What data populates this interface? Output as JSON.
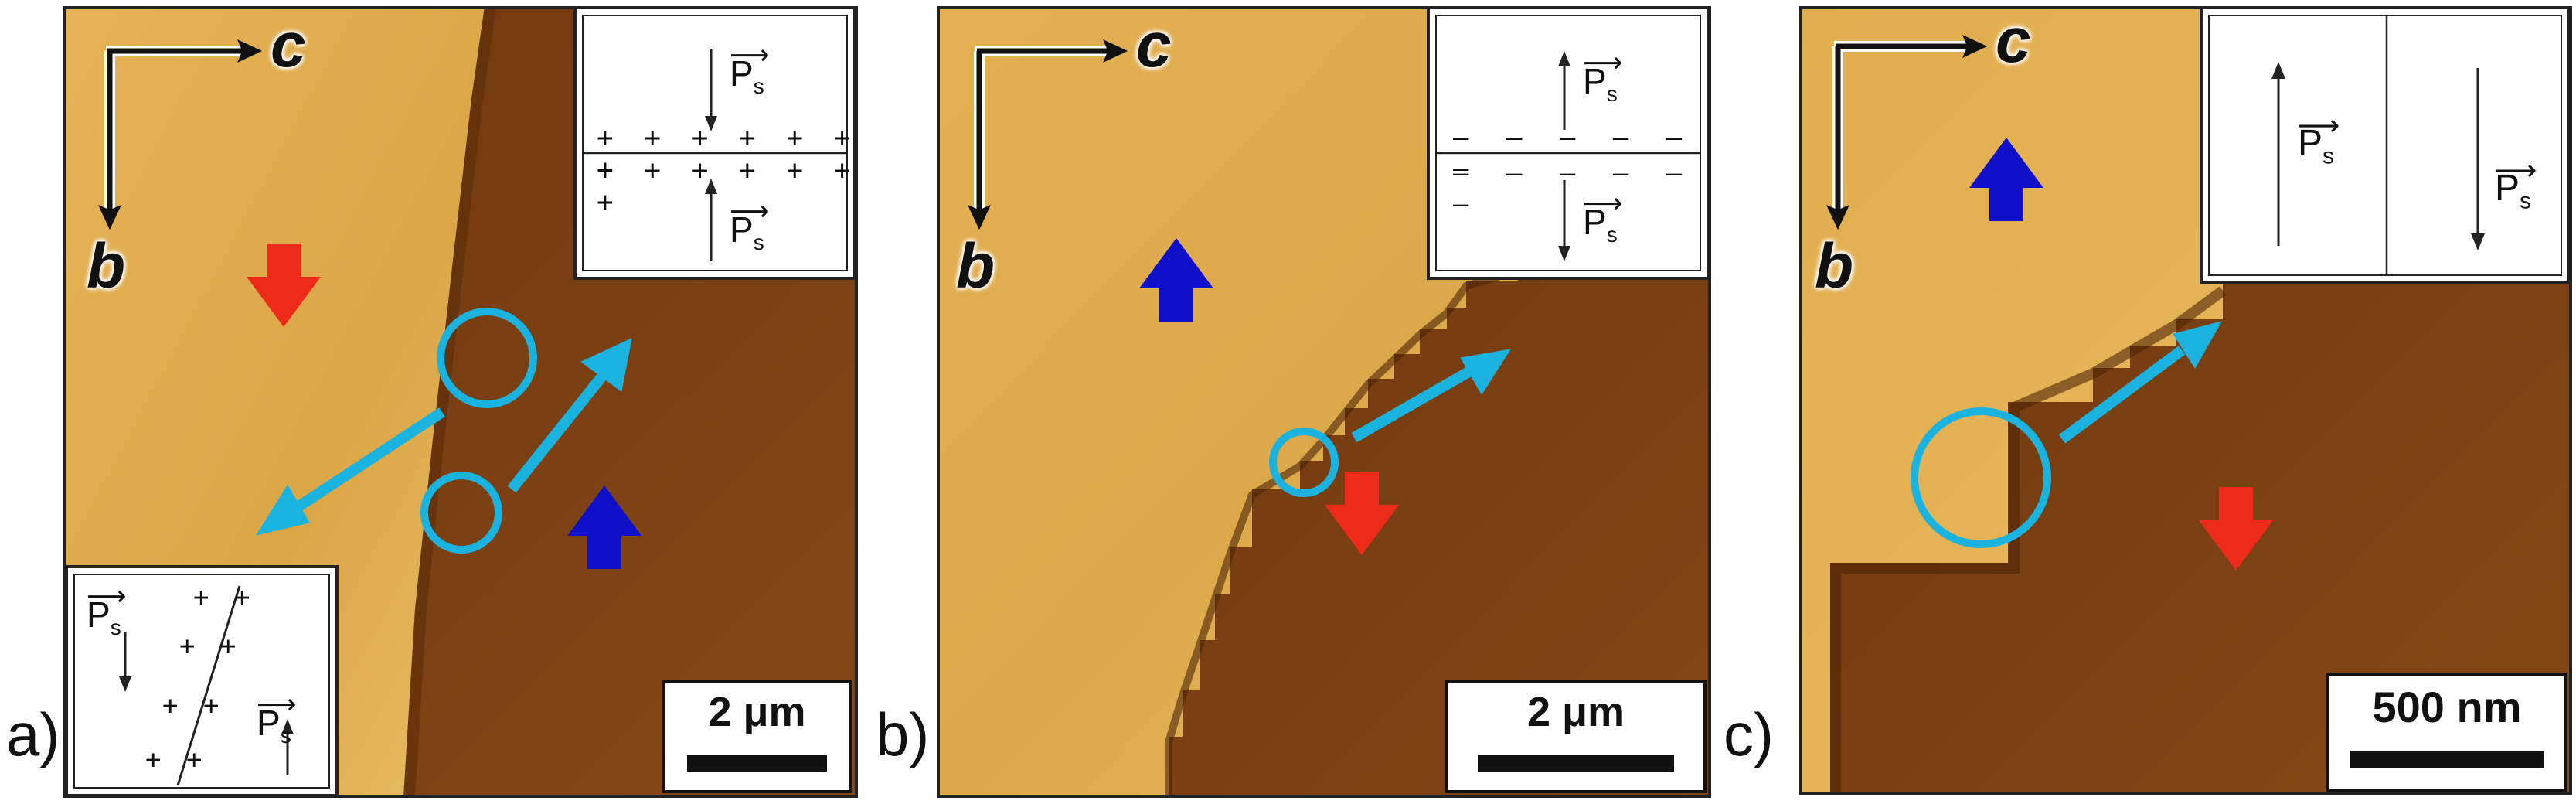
{
  "panels": [
    {
      "label": "a)",
      "scale_bar": "2 μm",
      "axis_c": "c",
      "axis_b": "b",
      "top_inset": {
        "charges": "+ + + + + + +",
        "ps_label": "P"
      },
      "bottom_inset": {
        "charges": "+ +",
        "ps_label": "P"
      }
    },
    {
      "label": "b)",
      "scale_bar": "2 μm",
      "axis_c": "c",
      "axis_b": "b",
      "top_inset": {
        "charges": "– – – – – –",
        "ps_label": "P"
      }
    },
    {
      "label": "c)",
      "scale_bar": "500 nm",
      "axis_c": "c",
      "axis_b": "b",
      "top_inset": {
        "ps_label": "P"
      }
    }
  ],
  "ps_subscript": "s",
  "colors": {
    "light_domain": "#d8a441",
    "dark_domain": "#7a3d10",
    "up_arrow": "#1010c8",
    "down_arrow": "#ee2a1a",
    "pointer": "#1ab3e0"
  }
}
